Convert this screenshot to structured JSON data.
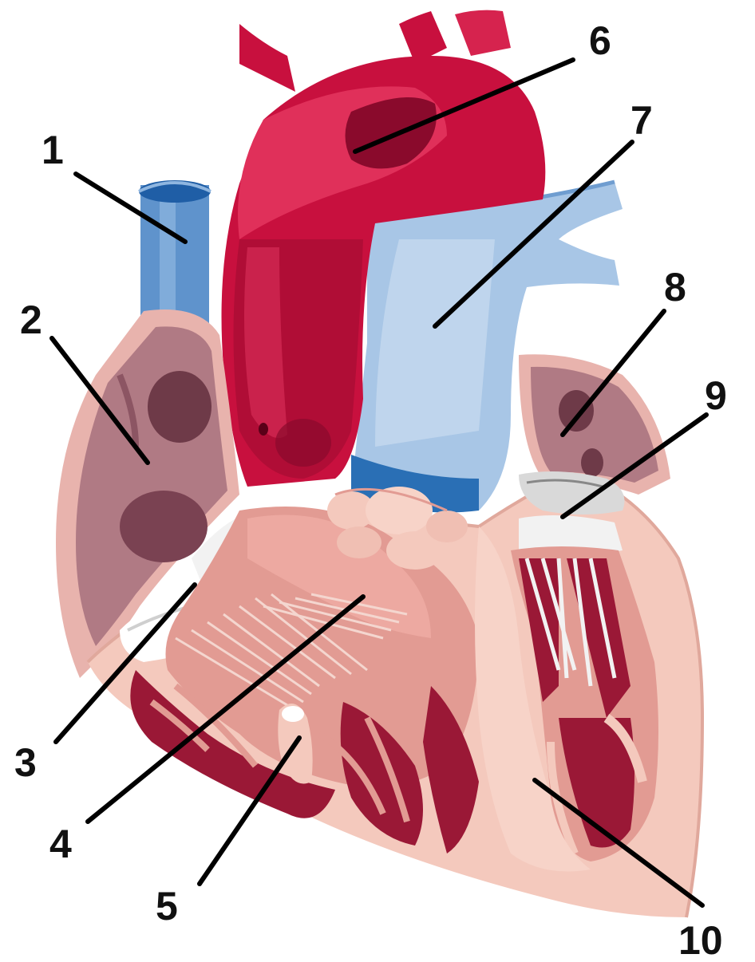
{
  "labels": [
    {
      "id": "1",
      "text": "1"
    },
    {
      "id": "2",
      "text": "2"
    },
    {
      "id": "3",
      "text": "3"
    },
    {
      "id": "4",
      "text": "4"
    },
    {
      "id": "5",
      "text": "5"
    },
    {
      "id": "6",
      "text": "6"
    },
    {
      "id": "7",
      "text": "7"
    },
    {
      "id": "8",
      "text": "8"
    },
    {
      "id": "9",
      "text": "9"
    },
    {
      "id": "10",
      "text": "10"
    }
  ],
  "colors": {
    "aorta": "#c8103e",
    "aorta_dark": "#8a0a2c",
    "vein_blue": "#5f93cc",
    "vein_light": "#a8c6e6",
    "vein_dark": "#2a6fb5",
    "atrium": "#b07a84",
    "atrium_dark": "#6e3a48",
    "muscle": "#f4c9bd",
    "muscle_mid": "#e29b93",
    "muscle_dark": "#9a1836",
    "valve": "#f2f2f2"
  }
}
